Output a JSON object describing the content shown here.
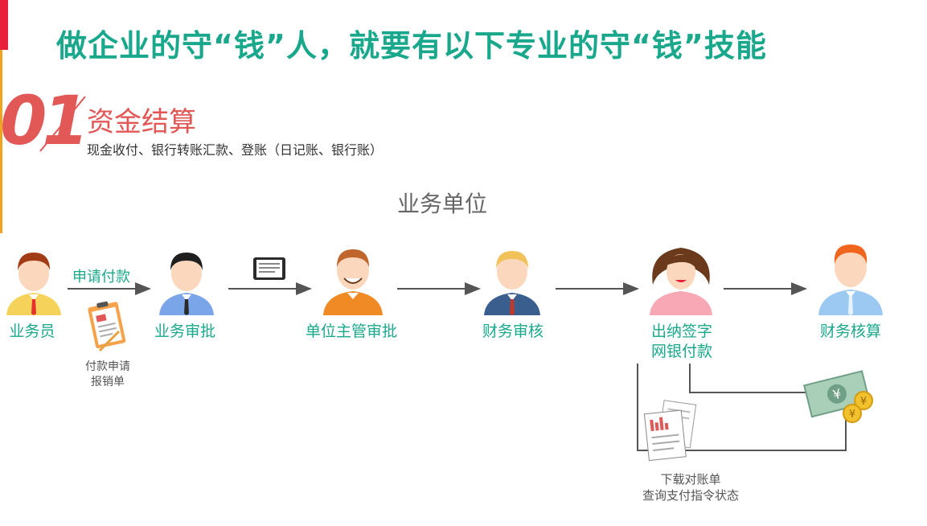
{
  "page": {
    "title": "做企业的守“钱”人，就要有以下专业的守“钱”技能"
  },
  "section": {
    "number": "01",
    "title": "资金结算",
    "subtitle": "现金收付、银行转账汇款、登账（日记账、银行账）"
  },
  "diagram": {
    "heading": "业务单位",
    "nodes": [
      {
        "label": "业务员",
        "icon": "salesperson-avatar-icon"
      },
      {
        "label": "业务审批",
        "icon": "business-approver-avatar-icon"
      },
      {
        "label": "单位主管审批",
        "icon": "unit-manager-avatar-icon"
      },
      {
        "label": "财务审核",
        "icon": "finance-reviewer-avatar-icon"
      },
      {
        "label_line1": "出纳签字",
        "label_line2": "网银付款",
        "icon": "cashier-avatar-icon"
      },
      {
        "label": "财务核算",
        "icon": "finance-accountant-avatar-icon"
      }
    ],
    "arrow1_label": "申请付款",
    "doc_note": {
      "line1": "付款申请",
      "line2": "报销单"
    },
    "statement_note": {
      "line1": "下载对账单",
      "line2": "查询支付指令状态"
    },
    "colors": {
      "accent": "#1aa88c",
      "section": "#e15857",
      "arrow": "#555555"
    }
  }
}
